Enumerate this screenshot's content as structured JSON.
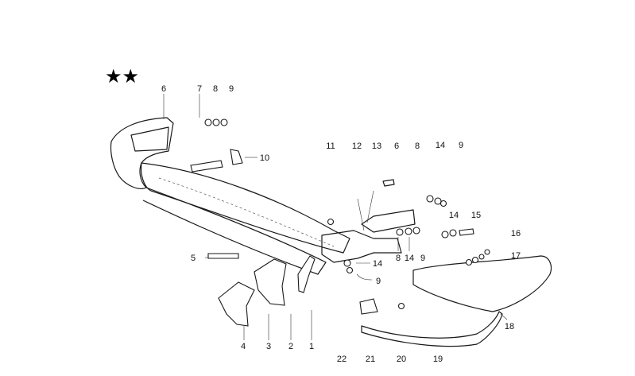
{
  "header": {
    "stars": "★★"
  },
  "labels": [
    "6",
    "7",
    "8",
    "9",
    "10",
    "11",
    "12",
    "13",
    "6",
    "8",
    "14",
    "9",
    "14",
    "15",
    "16",
    "17",
    "5",
    "8",
    "14",
    "9",
    "14",
    "9",
    "18",
    "4",
    "3",
    "2",
    "1",
    "22",
    "21",
    "20",
    "19"
  ]
}
